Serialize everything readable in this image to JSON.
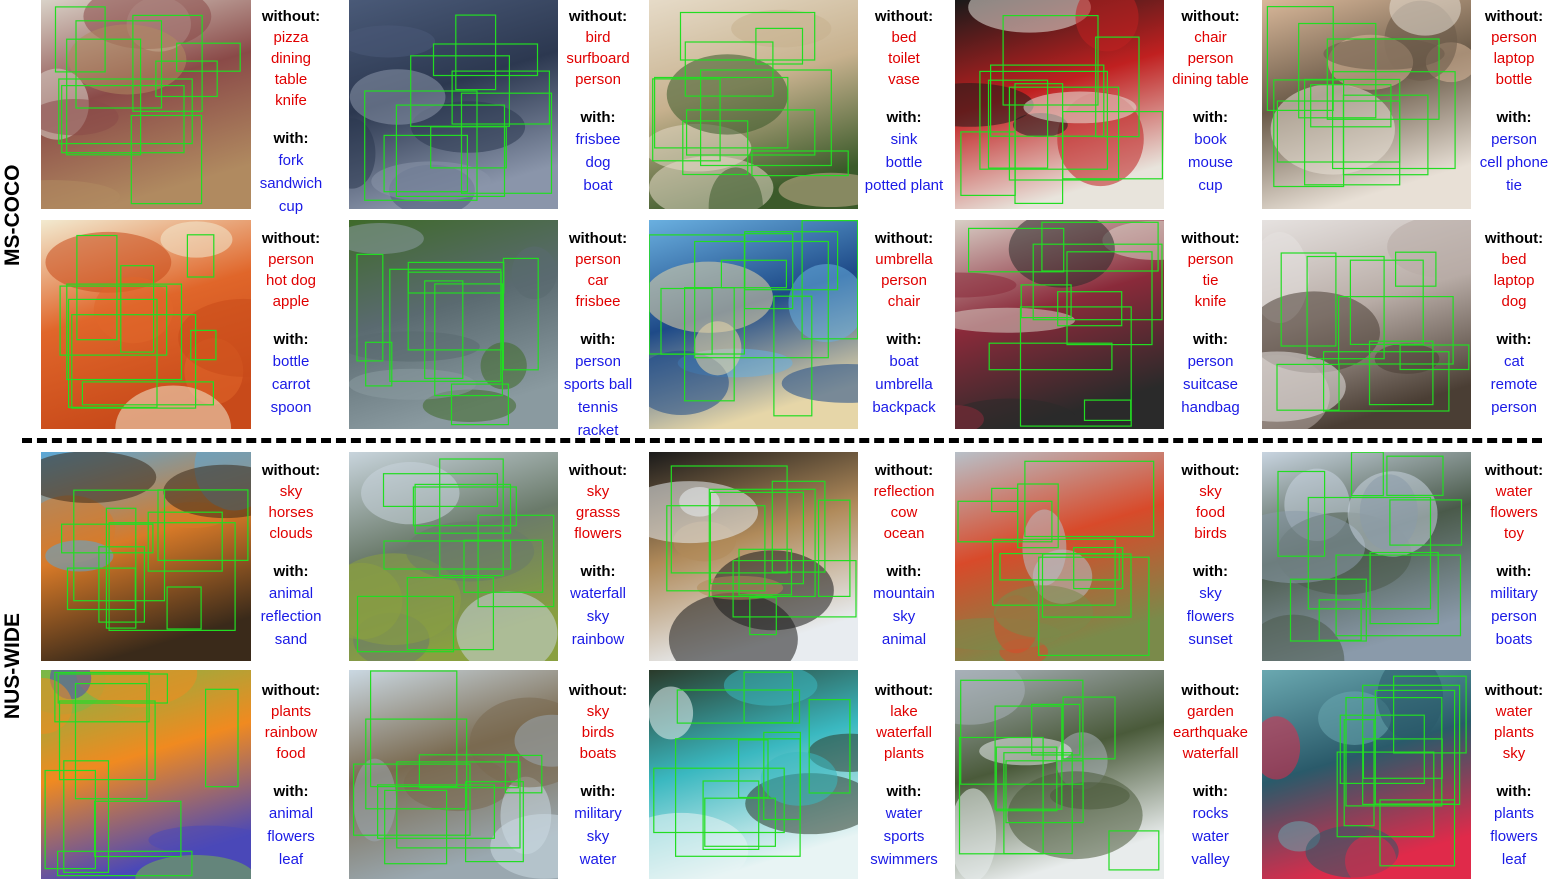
{
  "sections": [
    {
      "label": "MS-COCO"
    },
    {
      "label": "NUS-WIDE"
    }
  ],
  "headers": {
    "without": "without:",
    "with": "with:"
  },
  "colors": {
    "box": "#22dd22",
    "without_words": "#e00000",
    "with_words": "#1a1ae6"
  },
  "cells": [
    {
      "without": [
        "pizza",
        "dining table",
        "knife"
      ],
      "with": [
        "fork",
        "sandwich",
        "cup"
      ],
      "palette": [
        "#d9d2c8",
        "#8a4a48",
        "#b08a60"
      ]
    },
    {
      "without": [
        "bird",
        "surfboard",
        "person"
      ],
      "with": [
        "frisbee",
        "dog",
        "boat"
      ],
      "palette": [
        "#4a5a78",
        "#2c3850",
        "#8a95aa"
      ]
    },
    {
      "without": [
        "bed",
        "toilet",
        "vase"
      ],
      "with": [
        "sink",
        "bottle",
        "potted plant"
      ],
      "palette": [
        "#e6dbc8",
        "#c7b18e",
        "#3b5a2a"
      ]
    },
    {
      "without": [
        "chair",
        "person",
        "dining table"
      ],
      "with": [
        "book",
        "mouse",
        "cup"
      ],
      "palette": [
        "#1a1a1a",
        "#c02020",
        "#e8e4dc"
      ]
    },
    {
      "without": [
        "person",
        "laptop",
        "bottle"
      ],
      "with": [
        "person",
        "cell phone",
        "tie"
      ],
      "palette": [
        "#d9b89a",
        "#6a5a48",
        "#e8e0d6"
      ]
    },
    {
      "without": [
        "person",
        "hot dog",
        "apple"
      ],
      "with": [
        "bottle",
        "carrot",
        "spoon"
      ],
      "palette": [
        "#f2ead0",
        "#e0662a",
        "#c84a1a"
      ]
    },
    {
      "without": [
        "person",
        "car",
        "frisbee"
      ],
      "with": [
        "person",
        "sports ball",
        "tennis racket"
      ],
      "palette": [
        "#3f6a2a",
        "#5a6a70",
        "#8a9aa0"
      ]
    },
    {
      "without": [
        "umbrella",
        "person",
        "chair"
      ],
      "with": [
        "boat",
        "umbrella",
        "backpack"
      ],
      "palette": [
        "#6ab0e0",
        "#1e4a88",
        "#e6d6a8"
      ]
    },
    {
      "without": [
        "person",
        "tie",
        "knife"
      ],
      "with": [
        "person",
        "suitcase",
        "handbag"
      ],
      "palette": [
        "#d8cfc6",
        "#8a2a3a",
        "#2a2a2a"
      ]
    },
    {
      "without": [
        "bed",
        "laptop",
        "dog"
      ],
      "with": [
        "cat",
        "remote",
        "person"
      ],
      "palette": [
        "#e6e2e0",
        "#b8aca6",
        "#4a3e34"
      ]
    },
    {
      "without": [
        "sky",
        "horses",
        "clouds"
      ],
      "with": [
        "animal",
        "reflection",
        "sand"
      ],
      "palette": [
        "#5aa8d8",
        "#d87a28",
        "#3a2a1a"
      ]
    },
    {
      "without": [
        "sky",
        "grasss",
        "flowers"
      ],
      "with": [
        "waterfall",
        "sky",
        "rainbow"
      ],
      "palette": [
        "#c8d4dc",
        "#6a7a6a",
        "#8aa040"
      ]
    },
    {
      "without": [
        "reflection",
        "cow",
        "ocean"
      ],
      "with": [
        "mountain",
        "sky",
        "animal"
      ],
      "palette": [
        "#1a1a1a",
        "#b08a5a",
        "#e8ecf0"
      ]
    },
    {
      "without": [
        "sky",
        "food",
        "birds"
      ],
      "with": [
        "sky",
        "flowers",
        "sunset"
      ],
      "palette": [
        "#b8c0c8",
        "#d84a2a",
        "#7a8a4a"
      ]
    },
    {
      "without": [
        "water",
        "flowers",
        "toy"
      ],
      "with": [
        "military",
        "person",
        "boats"
      ],
      "palette": [
        "#c8d4e0",
        "#4a5a4a",
        "#8a9aaa"
      ]
    },
    {
      "without": [
        "plants",
        "rainbow",
        "food"
      ],
      "with": [
        "animal",
        "flowers",
        "leaf"
      ],
      "palette": [
        "#7ab848",
        "#f08a20",
        "#4a48b8"
      ]
    },
    {
      "without": [
        "sky",
        "birds",
        "boats"
      ],
      "with": [
        "military",
        "sky",
        "water"
      ],
      "palette": [
        "#cad8e2",
        "#7a6a50",
        "#9aa8b0"
      ]
    },
    {
      "without": [
        "lake",
        "waterfall",
        "plants"
      ],
      "with": [
        "water",
        "sports",
        "swimmers"
      ],
      "palette": [
        "#2a3a2a",
        "#3ab8c0",
        "#e8f4f4"
      ]
    },
    {
      "without": [
        "garden",
        "earthquake",
        "waterfall"
      ],
      "with": [
        "rocks",
        "water",
        "valley"
      ],
      "palette": [
        "#a8b0b8",
        "#4a5a3a",
        "#e8ecec"
      ]
    },
    {
      "without": [
        "water",
        "plants",
        "sky"
      ],
      "with": [
        "plants",
        "flowers",
        "leaf"
      ],
      "palette": [
        "#6aa8b0",
        "#2a5a6a",
        "#e02a4a"
      ]
    }
  ]
}
